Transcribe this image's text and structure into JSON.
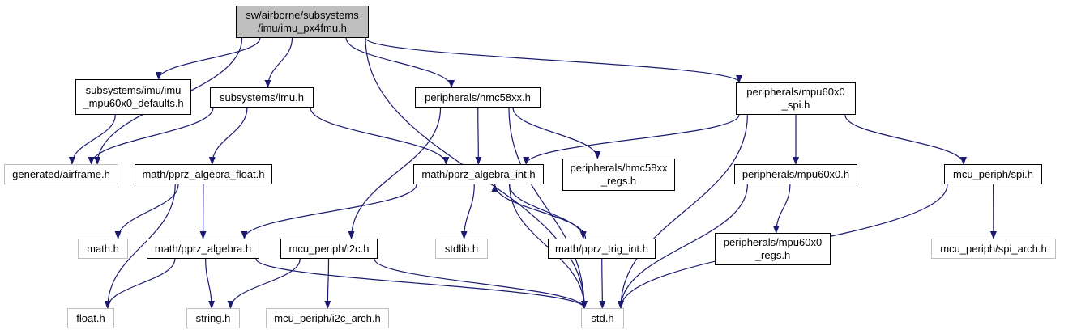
{
  "nodes": [
    {
      "id": "root",
      "label": "sw/airborne/subsystems\n/imu/imu_px4fmu.h",
      "kind": "root"
    },
    {
      "id": "imu_defaults",
      "label": "subsystems/imu/imu\n_mpu60x0_defaults.h",
      "kind": "local"
    },
    {
      "id": "imu_h",
      "label": "subsystems/imu.h",
      "kind": "local"
    },
    {
      "id": "hmc58xx",
      "label": "peripherals/hmc58xx.h",
      "kind": "local"
    },
    {
      "id": "mpu_spi",
      "label": "peripherals/mpu60x0\n_spi.h",
      "kind": "local"
    },
    {
      "id": "airframe",
      "label": "generated/airframe.h",
      "kind": "external"
    },
    {
      "id": "alg_float",
      "label": "math/pprz_algebra_float.h",
      "kind": "local"
    },
    {
      "id": "alg_int",
      "label": "math/pprz_algebra_int.h",
      "kind": "local"
    },
    {
      "id": "hmc_regs",
      "label": "peripherals/hmc58xx\n_regs.h",
      "kind": "local"
    },
    {
      "id": "mpu60x0",
      "label": "peripherals/mpu60x0.h",
      "kind": "local"
    },
    {
      "id": "spi_h",
      "label": "mcu_periph/spi.h",
      "kind": "local"
    },
    {
      "id": "math_h",
      "label": "math.h",
      "kind": "external"
    },
    {
      "id": "alg",
      "label": "math/pprz_algebra.h",
      "kind": "local"
    },
    {
      "id": "i2c_h",
      "label": "mcu_periph/i2c.h",
      "kind": "local"
    },
    {
      "id": "stdlib",
      "label": "stdlib.h",
      "kind": "external"
    },
    {
      "id": "trig_int",
      "label": "math/pprz_trig_int.h",
      "kind": "local"
    },
    {
      "id": "mpu_regs",
      "label": "peripherals/mpu60x0\n_regs.h",
      "kind": "local"
    },
    {
      "id": "spi_arch",
      "label": "mcu_periph/spi_arch.h",
      "kind": "external"
    },
    {
      "id": "float_h",
      "label": "float.h",
      "kind": "external"
    },
    {
      "id": "string_h",
      "label": "string.h",
      "kind": "external"
    },
    {
      "id": "i2c_arch",
      "label": "mcu_periph/i2c_arch.h",
      "kind": "external"
    },
    {
      "id": "std_h",
      "label": "std.h",
      "kind": "external"
    }
  ],
  "edges": [
    [
      "root",
      "airframe"
    ],
    [
      "root",
      "imu_defaults"
    ],
    [
      "root",
      "imu_h"
    ],
    [
      "root",
      "std_h"
    ],
    [
      "root",
      "hmc58xx"
    ],
    [
      "root",
      "mpu_spi"
    ],
    [
      "imu_defaults",
      "airframe"
    ],
    [
      "imu_h",
      "airframe"
    ],
    [
      "imu_h",
      "alg_float"
    ],
    [
      "imu_h",
      "alg_int"
    ],
    [
      "hmc58xx",
      "alg_int"
    ],
    [
      "hmc58xx",
      "hmc_regs"
    ],
    [
      "hmc58xx",
      "i2c_h"
    ],
    [
      "hmc58xx",
      "std_h"
    ],
    [
      "mpu_spi",
      "alg_int"
    ],
    [
      "mpu_spi",
      "mpu60x0"
    ],
    [
      "mpu_spi",
      "spi_h"
    ],
    [
      "mpu_spi",
      "std_h"
    ],
    [
      "alg_float",
      "math_h"
    ],
    [
      "alg_float",
      "alg"
    ],
    [
      "alg_float",
      "float_h"
    ],
    [
      "alg_int",
      "alg"
    ],
    [
      "alg_int",
      "stdlib"
    ],
    [
      "alg_int",
      "trig_int"
    ],
    [
      "alg_int",
      "std_h"
    ],
    [
      "trig_int",
      "alg_int"
    ],
    [
      "trig_int",
      "std_h"
    ],
    [
      "alg",
      "float_h"
    ],
    [
      "alg",
      "string_h"
    ],
    [
      "alg",
      "std_h"
    ],
    [
      "i2c_h",
      "string_h"
    ],
    [
      "i2c_h",
      "i2c_arch"
    ],
    [
      "i2c_h",
      "std_h"
    ],
    [
      "mpu60x0",
      "mpu_regs"
    ],
    [
      "mpu60x0",
      "std_h"
    ],
    [
      "spi_h",
      "spi_arch"
    ],
    [
      "spi_h",
      "std_h"
    ]
  ],
  "colors": {
    "edge": "#191970",
    "local_border": "#000000",
    "external_border": "#bfbfbf",
    "root_fill": "#bfbfbf"
  }
}
